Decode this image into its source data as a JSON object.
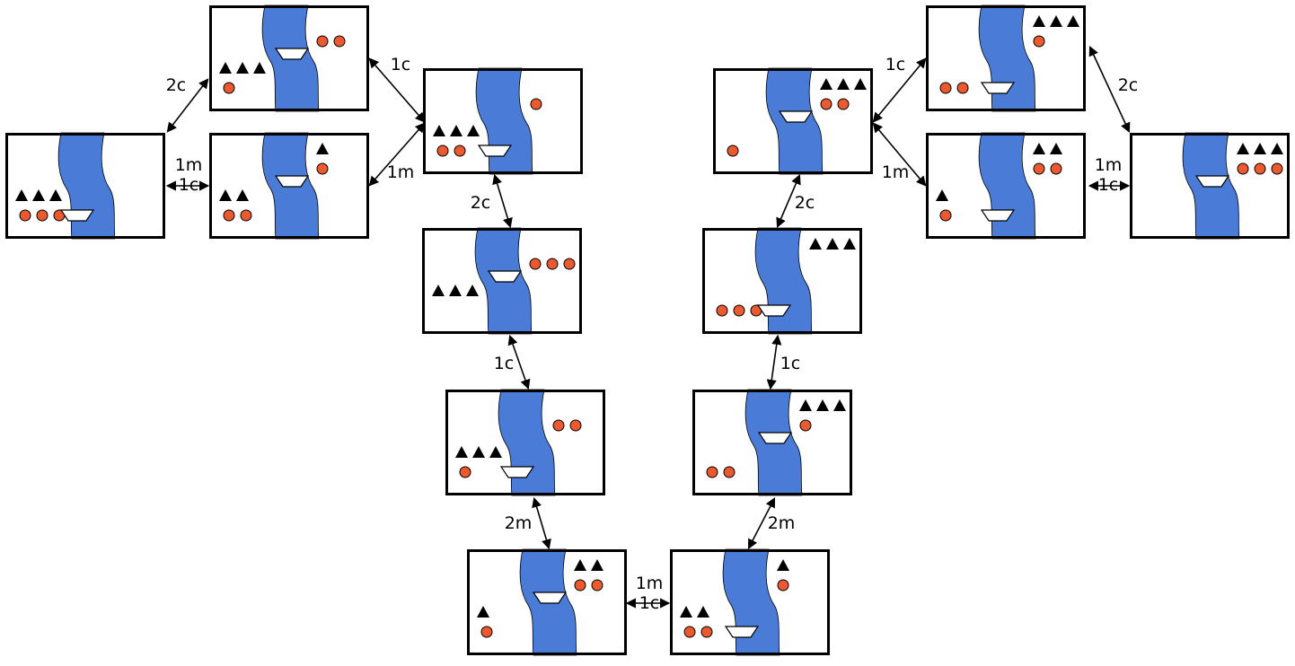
{
  "colors": {
    "river": "#4a7bd6",
    "missionary": "#000000",
    "cannibal": "#ea5a2e",
    "boat": "#ffffff",
    "frame": "#000000"
  },
  "icons": {
    "missionary": "triangle",
    "cannibal": "circle",
    "boat": "trapezoid"
  },
  "states": [
    {
      "id": "A",
      "left": {
        "m": 3,
        "c": 3
      },
      "right": {
        "m": 0,
        "c": 0
      },
      "boat": "left"
    },
    {
      "id": "B",
      "left": {
        "m": 3,
        "c": 1
      },
      "right": {
        "m": 0,
        "c": 2
      },
      "boat": "right"
    },
    {
      "id": "C",
      "left": {
        "m": 2,
        "c": 2
      },
      "right": {
        "m": 1,
        "c": 1
      },
      "boat": "right"
    },
    {
      "id": "D",
      "left": {
        "m": 3,
        "c": 2
      },
      "right": {
        "m": 0,
        "c": 1
      },
      "boat": "left"
    },
    {
      "id": "E",
      "left": {
        "m": 3,
        "c": 0
      },
      "right": {
        "m": 0,
        "c": 3
      },
      "boat": "right"
    },
    {
      "id": "F",
      "left": {
        "m": 3,
        "c": 1
      },
      "right": {
        "m": 0,
        "c": 2
      },
      "boat": "left"
    },
    {
      "id": "G",
      "left": {
        "m": 1,
        "c": 1
      },
      "right": {
        "m": 2,
        "c": 2
      },
      "boat": "right"
    },
    {
      "id": "H",
      "left": {
        "m": 2,
        "c": 2
      },
      "right": {
        "m": 1,
        "c": 1
      },
      "boat": "left"
    },
    {
      "id": "I",
      "left": {
        "m": 0,
        "c": 2
      },
      "right": {
        "m": 3,
        "c": 1
      },
      "boat": "right"
    },
    {
      "id": "J",
      "left": {
        "m": 0,
        "c": 3
      },
      "right": {
        "m": 3,
        "c": 0
      },
      "boat": "left"
    },
    {
      "id": "K",
      "left": {
        "m": 0,
        "c": 1
      },
      "right": {
        "m": 3,
        "c": 2
      },
      "boat": "right"
    },
    {
      "id": "L",
      "left": {
        "m": 0,
        "c": 2
      },
      "right": {
        "m": 3,
        "c": 1
      },
      "boat": "left"
    },
    {
      "id": "M",
      "left": {
        "m": 1,
        "c": 1
      },
      "right": {
        "m": 2,
        "c": 2
      },
      "boat": "left"
    },
    {
      "id": "N",
      "left": {
        "m": 0,
        "c": 0
      },
      "right": {
        "m": 3,
        "c": 3
      },
      "boat": "right"
    }
  ],
  "edges": [
    {
      "from": "A",
      "to": "B",
      "label": "2c"
    },
    {
      "from": "A",
      "to": "C",
      "label": [
        "1m",
        "1c"
      ]
    },
    {
      "from": "B",
      "to": "D",
      "label": "1c"
    },
    {
      "from": "C",
      "to": "D",
      "label": "1m"
    },
    {
      "from": "D",
      "to": "E",
      "label": "2c"
    },
    {
      "from": "E",
      "to": "F",
      "label": "1c"
    },
    {
      "from": "F",
      "to": "G",
      "label": "2m"
    },
    {
      "from": "G",
      "to": "H",
      "label": [
        "1m",
        "1c"
      ]
    },
    {
      "from": "H",
      "to": "I",
      "label": "2m"
    },
    {
      "from": "I",
      "to": "J",
      "label": "1c"
    },
    {
      "from": "J",
      "to": "K",
      "label": "2c"
    },
    {
      "from": "K",
      "to": "L",
      "label": "1c"
    },
    {
      "from": "K",
      "to": "M",
      "label": "1m"
    },
    {
      "from": "L",
      "to": "N",
      "label": "2c"
    },
    {
      "from": "M",
      "to": "N",
      "label": [
        "1m",
        "1c"
      ]
    }
  ]
}
